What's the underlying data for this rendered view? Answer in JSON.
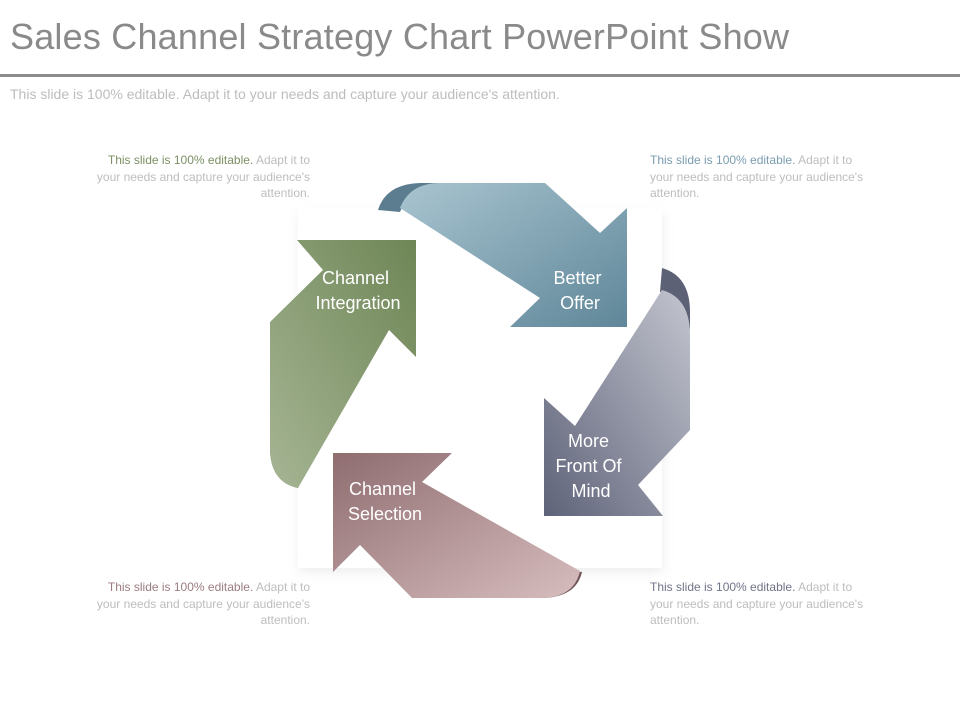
{
  "title": "Sales Channel Strategy Chart PowerPoint Show",
  "subtitle": "This slide is 100% editable. Adapt it to your needs and capture your audience's attention.",
  "notes": {
    "top_left": {
      "lead": "This slide is 100% editable.",
      "body": " Adapt it to your needs and capture your audience's attention."
    },
    "top_right": {
      "lead": "This slide is 100% editable.",
      "body": " Adapt it to your needs and capture your audience's attention."
    },
    "bottom_left": {
      "lead": "This slide is 100% editable.",
      "body": " Adapt it to your needs and capture your audience's attention."
    },
    "bottom_right": {
      "lead": "This slide is 100% editable.",
      "body": " Adapt it to your needs and capture your audience's attention."
    }
  },
  "arrows": {
    "integration": {
      "line1": "Channel",
      "line2": "Integration"
    },
    "offer": {
      "line1": "Better",
      "line2": "Offer"
    },
    "mind": {
      "line1": "More",
      "line2": "Front Of",
      "line3": "Mind"
    },
    "selection": {
      "line1": "Channel",
      "line2": "Selection"
    }
  },
  "colors": {
    "green": "#7f9468",
    "blue": "#6e96a8",
    "slate": "#6f7388",
    "mauve": "#9a7a7c",
    "note_green": "#7b8f63",
    "note_blue": "#7a9cb0",
    "note_mauve": "#9b7c80",
    "note_slate": "#707488"
  }
}
